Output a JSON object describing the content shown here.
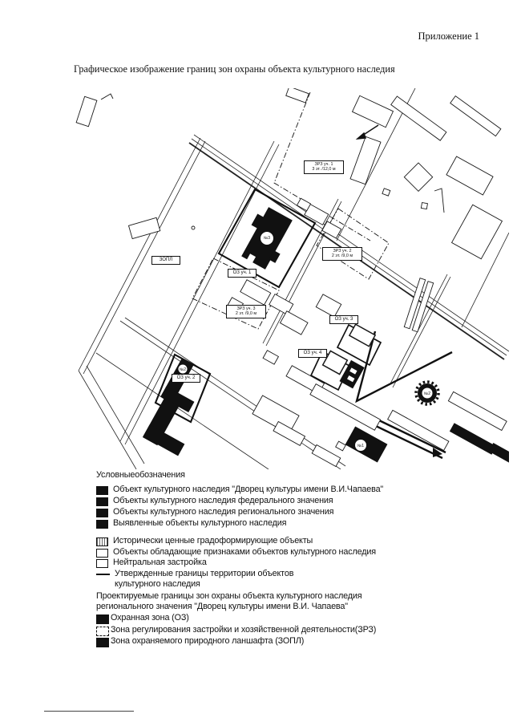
{
  "page": {
    "appendix": "Приложение 1",
    "title": "Графическое изображение границ зон охраны объекта культурного наследия"
  },
  "map": {
    "zone_labels": {
      "zopl": "ЗОПЛ",
      "oz1": "ОЗ уч. 1",
      "oz2": "ОЗ уч. 2",
      "oz3": "ОЗ уч. 3",
      "oz4": "ОЗ уч. 4",
      "zrz1_line1": "ЗРЗ уч. 1",
      "zrz1_line2": "3 эт. /12,0 м",
      "zrz2_line1": "ЗРЗ уч. 2",
      "zrz2_line2": "2 эт. /9,0 м",
      "zrz3_line1": "ЗРЗ уч. 3",
      "zrz3_line2": "2 эт. /9,0 м"
    },
    "object_numbers": {
      "palace": "№3",
      "heritage_L_building": "№2",
      "monument_gear": "№2",
      "heritage_bottom": "№1"
    },
    "colors": {
      "ink": "#1a1a1a",
      "paper": "#ffffff"
    }
  },
  "legend": {
    "header": "Условныеобозначения",
    "items": [
      {
        "swatch": "black",
        "label": "Объект культурного наследия \"Дворец культуры имени В.И.Чапаева\""
      },
      {
        "swatch": "black",
        "label": "Объекты культурного наследия федерального значения"
      },
      {
        "swatch": "black",
        "label": "Объекты культурного наследия регионального значения"
      },
      {
        "swatch": "black",
        "label": "Выявленные объекты культурного наследия"
      },
      {
        "swatch": "hatch",
        "label": "Исторически ценные градоформирующие объекты"
      },
      {
        "swatch": "outline",
        "label": "Объекты обладающие признаками объектов культурного наследия"
      },
      {
        "swatch": "outline",
        "label": "Нейтральная застройка"
      },
      {
        "swatch": "line",
        "label": "Утвержденные границы территории объектов культурного наследия"
      },
      {
        "swatch": "none",
        "label": "Проектируемые границы зон охраны объекта культурного наследия регионального значения \"Дворец культуры имени В.И. Чапаева\""
      },
      {
        "swatch": "black",
        "label": "Охранная зона (ОЗ)"
      },
      {
        "swatch": "dashed",
        "label": "Зона регулирования застройки и хозяйственной деятельности(ЗРЗ)"
      },
      {
        "swatch": "black",
        "label": "Зона охраняемого природного ланшафта (ЗОПЛ)"
      }
    ]
  }
}
